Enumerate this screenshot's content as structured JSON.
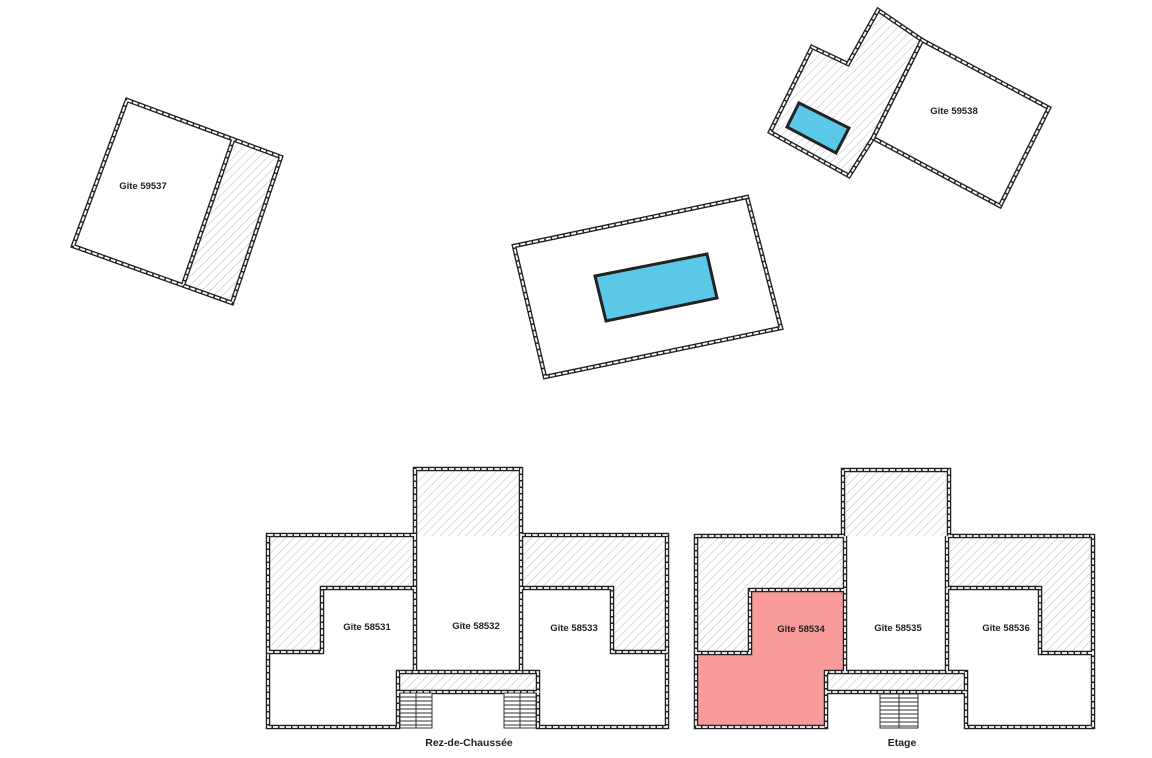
{
  "units": {
    "g59537": "Gîte 59537",
    "g59538": "Gîte 59538",
    "g58531": "Gîte 58531",
    "g58532": "Gîte 58532",
    "g58533": "Gîte 58533",
    "g58534": "Gîte 58534",
    "g58535": "Gîte 58535",
    "g58536": "Gîte 58536"
  },
  "floors": {
    "ground": "Rez-de-Chaussée",
    "upper": "Etage"
  },
  "colors": {
    "pool": "#5bc8e8",
    "selected": "#f99b9b",
    "wall": "#222222"
  }
}
